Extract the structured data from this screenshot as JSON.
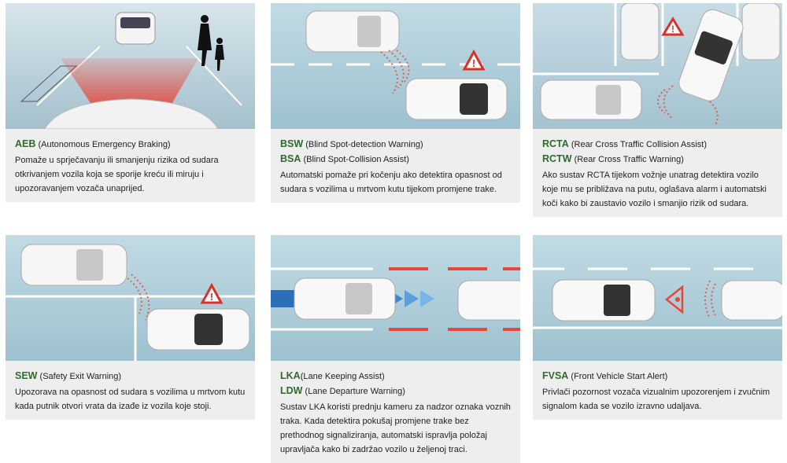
{
  "cards": [
    {
      "titles": [
        {
          "abbr": "AEB",
          "full": "(Autonomous Emergency Braking)"
        }
      ],
      "description": "Pomaže u sprječavanju ili smanjenju rizika od sudara otkrivanjem vozila koja se sporije kreću ili miruju i upozoravanjem vozača unaprijed."
    },
    {
      "titles": [
        {
          "abbr": "BSW",
          "full": "(Blind Spot-detection Warning)"
        },
        {
          "abbr": "BSA",
          "full": "(Blind Spot-Collision Assist)"
        }
      ],
      "description": "Automatski pomaže pri kočenju ako detektira opasnost od sudara s vozilima u mrtvom kutu tijekom promjene trake."
    },
    {
      "titles": [
        {
          "abbr": "RCTA",
          "full": "(Rear Cross Traffic Collision Assist)"
        },
        {
          "abbr": "RCTW",
          "full": "(Rear Cross Traffic Warning)"
        }
      ],
      "description": "Ako sustav RCTA tijekom vožnje unatrag detektira vozilo koje mu se približava na putu, oglašava alarm i automatski koči kako bi zaustavio vozilo i smanjio rizik od sudara."
    },
    {
      "titles": [
        {
          "abbr": "SEW",
          "full": "(Safety Exit Warning)"
        }
      ],
      "description": "Upozorava na opasnost od sudara s vozilima u mrtvom kutu kada putnik otvori vrata da izađe iz vozila koje stoji."
    },
    {
      "titles": [
        {
          "abbr": "LKA",
          "full": "(Lane Keeping Assist)"
        },
        {
          "abbr": "LDW",
          "full": "(Lane Departure Warning)"
        }
      ],
      "description": "Sustav LKA koristi prednju kameru za nadzor oznaka voznih traka. Kada detektira pokušaj promjene trake bez prethodnog signaliziranja, automatski ispravlja položaj upravljača kako bi zadržao vozilo u željenoj traci."
    },
    {
      "titles": [
        {
          "abbr": "FVSA",
          "full": "(Front Vehicle Start Alert)"
        }
      ],
      "description": "Privlači pozornost vozača vizualnim upozorenjem i zvučnim signalom kada se vozilo izravno udaljava."
    }
  ],
  "colors": {
    "accent_green": "#2e6b2e",
    "warning_red": "#d9312b",
    "lane_blue": "#2a6fb8",
    "caption_bg": "#eeeeee"
  }
}
